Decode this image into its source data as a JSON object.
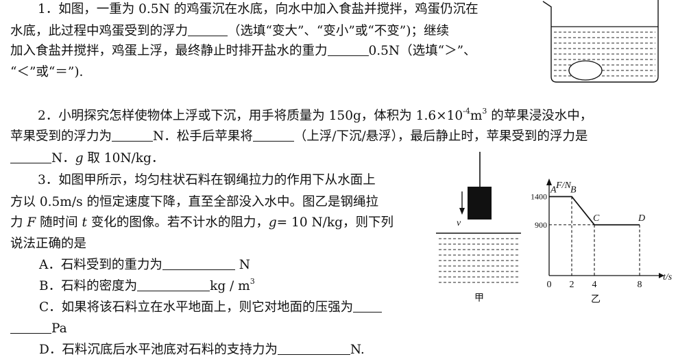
{
  "q1": {
    "line1": "1．如图，一重为 0.5N 的鸡蛋沉在水底，向水中加入食盐并搅拌，鸡蛋仍沉在",
    "line2a": "水底，此过程中鸡蛋受到的浮力",
    "line2b": "（选填“变大”、“变小”或“不变”)；继续",
    "line3a": "加入食盐并搅拌，鸡蛋上浮，最终静止时排开盐水的重力",
    "line3b": "0.5N（选填“＞”、",
    "line4": "“＜”或“＝”)."
  },
  "q2": {
    "line1a": "2．小明探究怎样使物体上浮或下沉，用手将质量为 150g，体积为 1.6×10",
    "line1_exp1": "-4",
    "line1b": "m",
    "line1_exp2": "3",
    "line1c": " 的苹果浸没水中，",
    "line2a": "苹果受到的浮力为",
    "line2b": "N．松手后苹果将",
    "line2c": "（上浮/下沉/悬浮），最后静止时，苹果受到的浮力是",
    "line3a": "N．",
    "line3_g": "g",
    "line3b": " 取 10N/kg．"
  },
  "q3": {
    "line1": "3．如图甲所示，均匀柱状石料在钢绳拉力的作用下从水面上",
    "line2": "方以 0.5m/s 的恒定速度下降，直至全部没入水中。图乙是钢绳拉",
    "line3a": "力 ",
    "line3_F": "F",
    "line3b": " 随时间 ",
    "line3_t": "t",
    "line3c": " 变化的图像。若不计水的阻力，",
    "line3_g": "g",
    "line3d": "= 10 N/kg，则下列",
    "line4": "说法正确的是",
    "optA_a": "A．石料受到的重力为",
    "optA_b": " N",
    "optB_a": "B．石料的密度为",
    "optB_b": "kg / m",
    "optB_exp": "3",
    "optC": "C．如果将该石料立在水平地面上，则它对地面的压强为",
    "optC_tail": "Pa",
    "optD_a": "D．石料沉底后水平池底对石料的支持力为",
    "optD_b": "N."
  },
  "figure_jia": {
    "v_label": "v",
    "caption": "甲"
  },
  "chart_data": {
    "type": "line",
    "xlabel": "t/s",
    "ylabel": "F/N",
    "x_ticks": [
      "0",
      "2",
      "4",
      "8"
    ],
    "y_ticks": [
      "1400",
      "900"
    ],
    "points": [
      {
        "label": "A",
        "x": 0,
        "y": 1400
      },
      {
        "label": "B",
        "x": 2,
        "y": 1400
      },
      {
        "label": "C",
        "x": 4,
        "y": 900
      },
      {
        "label": "D",
        "x": 8,
        "y": 900
      }
    ],
    "caption": "乙"
  }
}
